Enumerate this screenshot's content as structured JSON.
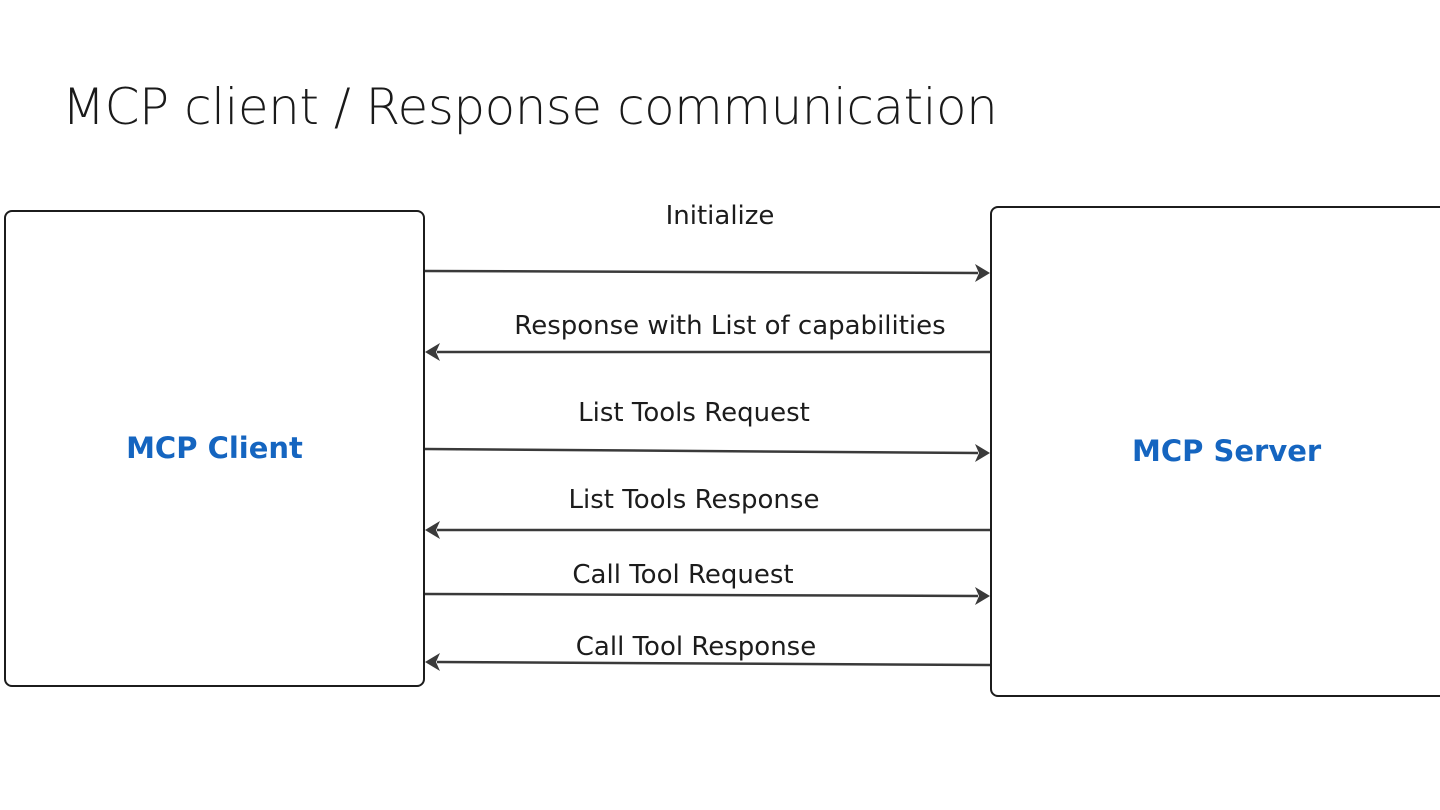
{
  "title": "MCP client / Response communication",
  "client": {
    "label": "MCP Client"
  },
  "server": {
    "label": "MCP Server"
  },
  "colors": {
    "accent": "#1565C0",
    "line": "#3a3a3a",
    "text": "#1c1c1c"
  },
  "messages": [
    {
      "label": "Initialize",
      "direction": "client-to-server"
    },
    {
      "label": "Response with List of capabilities",
      "direction": "server-to-client"
    },
    {
      "label": "List Tools Request",
      "direction": "client-to-server"
    },
    {
      "label": "List Tools Response",
      "direction": "server-to-client"
    },
    {
      "label": "Call Tool Request",
      "direction": "client-to-server"
    },
    {
      "label": "Call Tool Response",
      "direction": "server-to-client"
    }
  ]
}
